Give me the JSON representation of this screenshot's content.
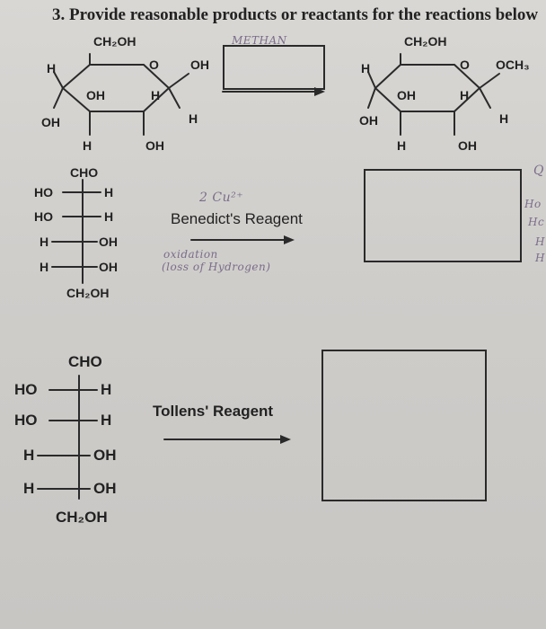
{
  "question": {
    "title": "3. Provide reasonable products or reactants for the reactions below"
  },
  "reaction1": {
    "reactant": {
      "ch2oh": "CH₂OH",
      "ring_o": "O",
      "anomeric_oh": "OH",
      "c4_h": "H",
      "c4_oh": "OH",
      "c3_oh": "OH",
      "c3_h": "H",
      "c2_h": "H",
      "c2_oh": "OH",
      "c1_h": "H"
    },
    "handwritten": "METHAN",
    "product": {
      "ch2oh": "CH₂OH",
      "ring_o": "O",
      "och3": "OCH₃",
      "c4_h": "H",
      "c4_oh": "OH",
      "c3_oh": "OH",
      "c3_h": "H",
      "c2_h": "H",
      "c2_oh": "OH",
      "c1_h": "H"
    }
  },
  "reaction2": {
    "fischer": {
      "top": "CHO",
      "rows": [
        {
          "left": "HO",
          "right": "H"
        },
        {
          "left": "HO",
          "right": "H"
        },
        {
          "left": "H",
          "right": "OH"
        },
        {
          "left": "H",
          "right": "OH"
        }
      ],
      "bottom": "CH₂OH"
    },
    "handwritten_top": "2 Cu²⁺",
    "reagent": "Benedict's Reagent",
    "handwritten_note1": "oxidation",
    "handwritten_note2": "(loss of Hydrogen)"
  },
  "reaction3": {
    "fischer": {
      "top": "CHO",
      "rows": [
        {
          "left": "HO",
          "right": "H"
        },
        {
          "left": "HO",
          "right": "H"
        },
        {
          "left": "H",
          "right": "OH"
        },
        {
          "left": "H",
          "right": "OH"
        }
      ],
      "bottom": "CH₂OH"
    },
    "reagent": "Tollens' Reagent"
  },
  "margin_fragments": [
    "Q",
    "Ho",
    "Hc",
    "H",
    "H"
  ]
}
